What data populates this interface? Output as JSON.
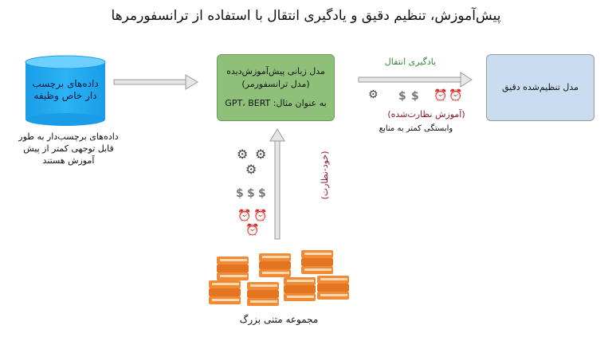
{
  "title": "پیش‌آموزش، تنظیم دقیق و یادگیری انتقال با استفاده از ترانسفورمرها",
  "database": {
    "label_line1": "داده‌های برچسب",
    "label_line2": "دار خاص وظیفه",
    "color": "#1ea7ef"
  },
  "database_note": {
    "line1": "داده‌های برچسب‌دار به طور",
    "line2": "قابل توجهی کمتر از پیش",
    "line3": "آموزش هستند"
  },
  "pretrained_model": {
    "line1": "مدل زبانی پیش‌آموزش‌دیده",
    "line2": "(مدل ترانسفورمر)",
    "line3": "به عنوان مثال: GPT، BERT",
    "color": "#8fc07a"
  },
  "finetuned_model": {
    "label": "مدل تنظیم‌شده دقیق",
    "color": "#c9dcf0"
  },
  "transfer_arrow": {
    "label": "یادگیری انتقال",
    "label_color": "#3a8a3a"
  },
  "supervised": {
    "label": "(آموزش نظارت‌شده)",
    "label_color": "#8b1a2a",
    "note": "وابستگی کمتر به منابع"
  },
  "self_supervised": {
    "label": "(خود-نظارت)",
    "label_color": "#8b1a2a"
  },
  "corpus": {
    "label": "مجموعه متنی بزرگ",
    "book_color": "#f08a35"
  },
  "icons": {
    "gear": "gear-icon",
    "dollar": "$",
    "clock": "alarm-clock-icon",
    "book": "books-icon",
    "database": "database-icon"
  }
}
